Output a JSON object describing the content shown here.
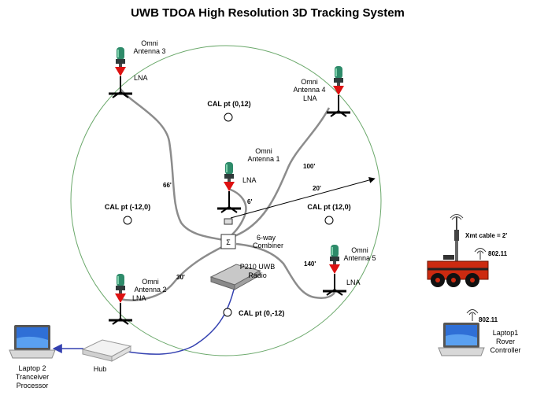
{
  "title": "UWB TDOA High Resolution 3D Tracking System",
  "antennas": {
    "a3": {
      "name_line1": "Omni",
      "name_line2": "Antenna 3",
      "lna": "LNA"
    },
    "a4": {
      "name_line1": "Omni",
      "name_line2": "Antenna 4",
      "lna": "LNA"
    },
    "a1": {
      "name_line1": "Omni",
      "name_line2": "Antenna 1",
      "lna": "LNA"
    },
    "a2": {
      "name_line1": "Omni",
      "name_line2": "Antenna 2",
      "lna": "LNA"
    },
    "a5": {
      "name_line1": "Omni",
      "name_line2": "Antenna 5",
      "lna": "LNA"
    }
  },
  "cal_points": {
    "top": "CAL pt (0,12)",
    "left": "CAL pt (-12,0)",
    "right": "CAL pt (12,0)",
    "bottom": "CAL pt (0,-12)"
  },
  "cable_lengths": {
    "a3": "66'",
    "a4": "100'",
    "a1": "6'",
    "a2": "30'",
    "a5": "140'",
    "radius": "20'"
  },
  "combiner": {
    "line1": "6-way",
    "line2": "Combiner",
    "symbol": "Σ"
  },
  "radio": {
    "line1": "P210 UWB",
    "line2": "Radio"
  },
  "hub": "Hub",
  "laptop2": {
    "line1": "Laptop 2",
    "line2": "Tranceiver",
    "line3": "Processor"
  },
  "laptop1": {
    "line1": "Laptop1",
    "line2": "Rover",
    "line3": "Controller",
    "wifi": "802.11"
  },
  "rover": {
    "xmt_cable": "Xmt cable = 2'",
    "wifi": "802.11"
  },
  "colors": {
    "cable": "#8c8c8c",
    "circle": "#6aa86a",
    "lna": "#dd1111",
    "antenna": "#2e8b6a",
    "network_cable": "#3340b0",
    "rover_body": "#cc2a10"
  }
}
